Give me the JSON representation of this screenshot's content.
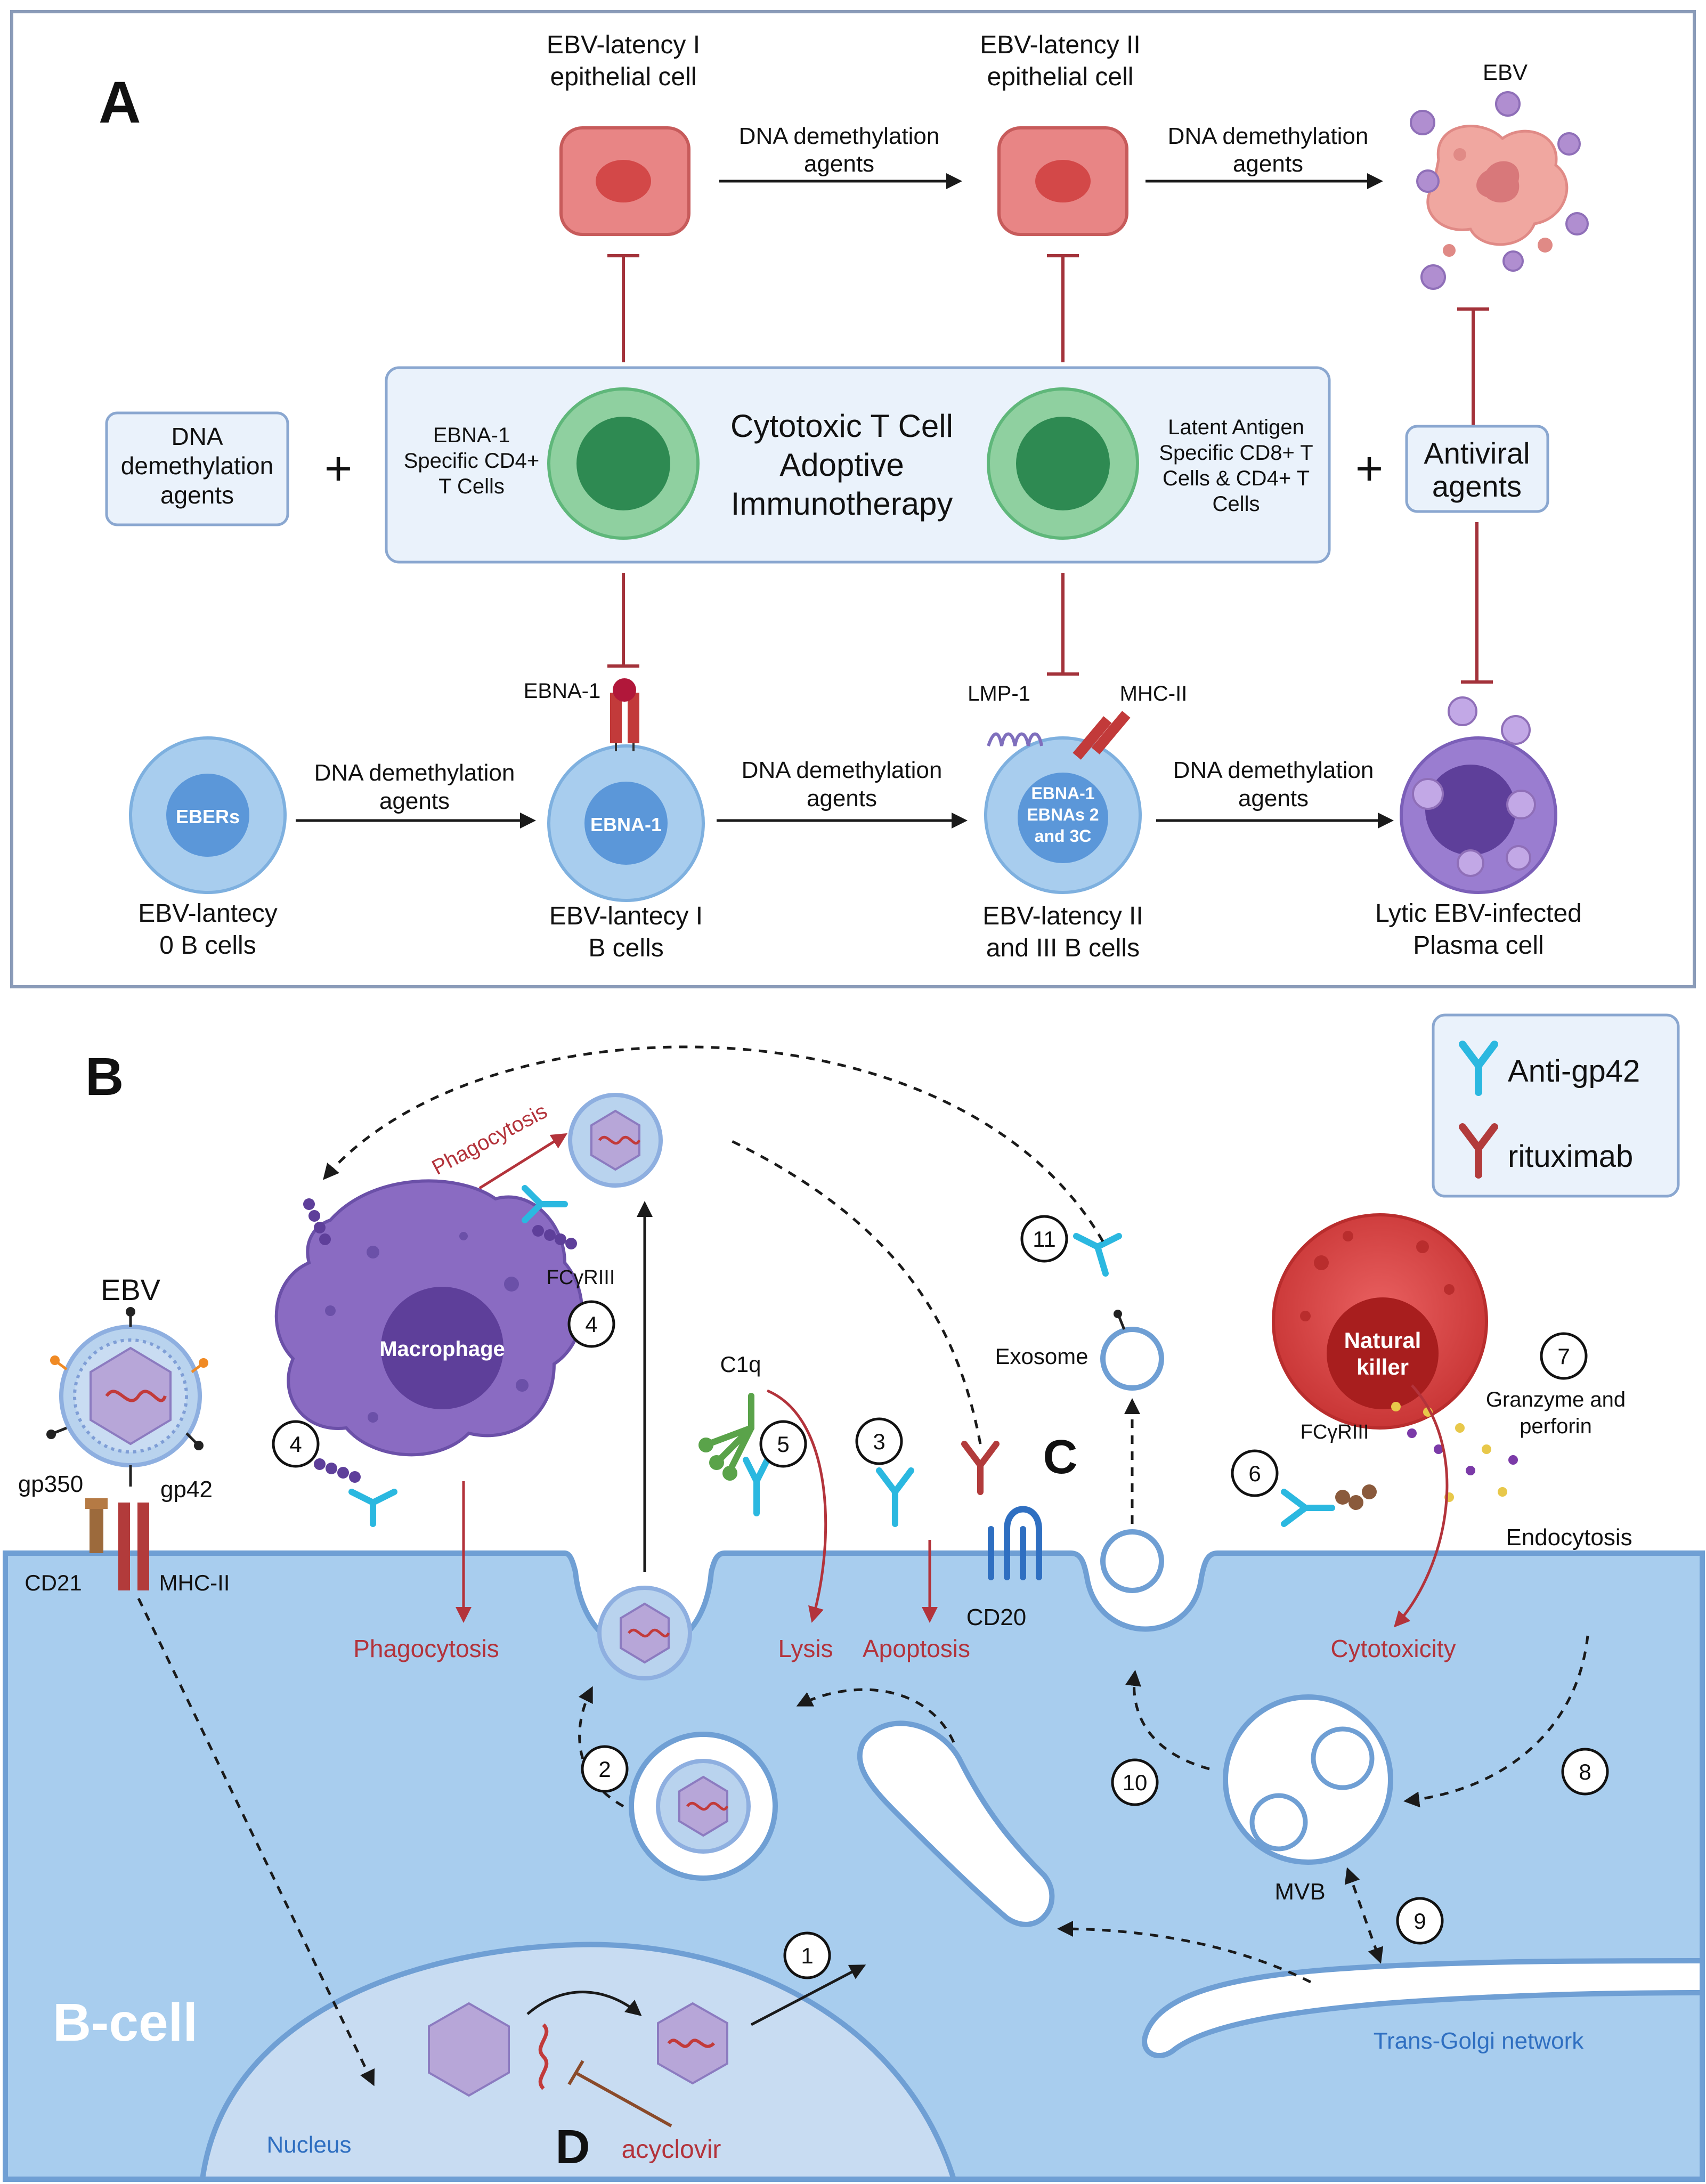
{
  "panel_a": {
    "label": "A",
    "top_row": {
      "latency1_epi": [
        "EBV-latency I",
        "epithelial cell"
      ],
      "latency2_epi": [
        "EBV-latency II",
        "epithelial cell"
      ],
      "ebv": "EBV",
      "arrow1": [
        "DNA demethylation",
        "agents"
      ],
      "arrow2": [
        "DNA demethylation",
        "agents"
      ]
    },
    "middle": {
      "dna_box": [
        "DNA",
        "demethylation",
        "agents"
      ],
      "plus": "+",
      "cd4_label": [
        "EBNA-1",
        "Specific CD4+",
        "T Cells"
      ],
      "title": [
        "Cytotoxic T Cell",
        "Adoptive",
        "Immunotherapy"
      ],
      "cd8_label": [
        "Latent Antigen",
        "Specific CD8+ T",
        "Cells & CD4+ T",
        "Cells"
      ],
      "antiviral": [
        "Antiviral",
        "agents"
      ]
    },
    "bottom_row": {
      "cell0_inner": "EBERs",
      "cell0_label": [
        "EBV-lantecy",
        "0 B cells"
      ],
      "cell1_inner": "EBNA-1",
      "cell1_tag": "EBNA-1",
      "cell1_label": [
        "EBV-lantecy I",
        "B cells"
      ],
      "cell2_inner": [
        "EBNA-1",
        "EBNAs 2",
        "and 3C"
      ],
      "lmp1": "LMP-1",
      "mhc2": "MHC-II",
      "cell2_label": [
        "EBV-latency II",
        "and III B cells"
      ],
      "cell3_label": [
        "Lytic EBV-infected",
        "Plasma cell"
      ],
      "arrow_text": [
        "DNA demethylation",
        "agents"
      ]
    }
  },
  "panel_b": {
    "label": "B",
    "label_c": "C",
    "label_d": "D",
    "legend": {
      "anti_gp42": "Anti-gp42",
      "rituximab": "rituximab"
    },
    "ebv": "EBV",
    "gp350": "gp350",
    "gp42": "gp42",
    "cd21": "CD21",
    "mhc2": "MHC-II",
    "macrophage": "Macrophage",
    "fcgr3": "FCγRIII",
    "phagocytosis": "Phagocytosis",
    "c1q": "C1q",
    "lysis": "Lysis",
    "apoptosis": "Apoptosis",
    "cd20": "CD20",
    "exosome": "Exosome",
    "nk": [
      "Natural",
      "killer"
    ],
    "granzyme": [
      "Granzyme and",
      "perforin"
    ],
    "endocytosis": "Endocytosis",
    "cytotoxicity": "Cytotoxicity",
    "mvb": "MVB",
    "trans_golgi": "Trans-Golgi network",
    "bcell": "B-cell",
    "nucleus": "Nucleus",
    "acyclovir": "acyclovir",
    "steps": [
      "1",
      "2",
      "3",
      "4",
      "4",
      "5",
      "6",
      "7",
      "8",
      "9",
      "10",
      "11"
    ]
  },
  "colors": {
    "panel_a_bg": "#ffffff",
    "border": "#8a9bb8",
    "cell_membrane": "#bcd7f0",
    "b_cell_blue": "#a8cdee",
    "epithelial_red": "#e88585",
    "t_cell_green": "#5fb77a",
    "macrophage_purple": "#8a6bc2",
    "nk_red": "#d84a4a",
    "inhibit_red": "#a3323a",
    "anti_gp42": "#2bb8e0",
    "rituximab": "#b23b3b",
    "red_text": "#b3333b",
    "orange": "#f08a24"
  }
}
